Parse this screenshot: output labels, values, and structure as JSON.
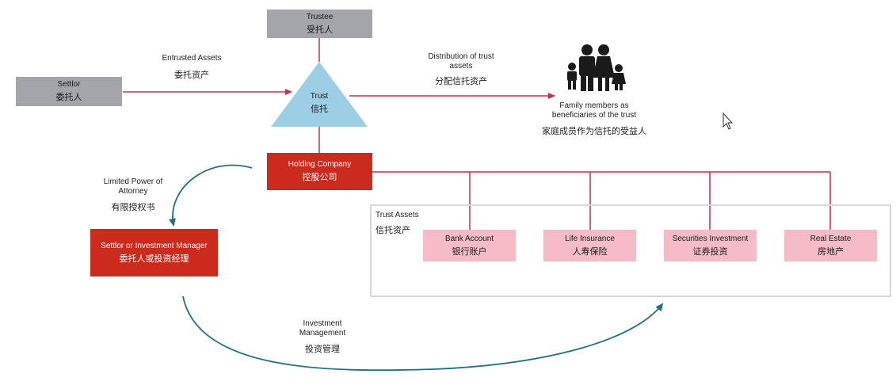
{
  "nodes": {
    "trustee": {
      "en": "Trustee",
      "zh": "受托人"
    },
    "settlor": {
      "en": "Settlor",
      "zh": "委托人"
    },
    "trust": {
      "en": "Trust",
      "zh": "信托"
    },
    "holding": {
      "en": "Holding Company",
      "zh": "控股公司"
    },
    "manager": {
      "en": "Settlor or Investment Manager",
      "zh": "委托人或投资经理"
    },
    "bank": {
      "en": "Bank Account",
      "zh": "银行账户"
    },
    "life": {
      "en": "Life Insurance",
      "zh": "人寿保险"
    },
    "securities": {
      "en": "Securities Investment",
      "zh": "证券投资"
    },
    "realestate": {
      "en": "Real Estate",
      "zh": "房地产"
    }
  },
  "labels": {
    "entrusted": {
      "en": "Entrusted Assets",
      "zh": "委托资产"
    },
    "distribution": {
      "en": "Distribution of trust assets",
      "zh": "分配信托资产"
    },
    "family": {
      "en": "Family members as beneficiaries of the trust",
      "zh": "家庭成员作为信托的受益人"
    },
    "poa": {
      "en": "Limited Power of Attorney",
      "zh": "有限授权书"
    },
    "investment": {
      "en": "Investment Management",
      "zh": "投资管理"
    },
    "trust_assets": {
      "en": "Trust Assets",
      "zh": "信托资产"
    }
  },
  "icons": {
    "family": "family-icon",
    "cursor": "mouse-cursor-icon"
  },
  "colors": {
    "connector": "#c8304a",
    "trust": "#9ccfe6",
    "grey_box": "#a3a5ab",
    "red_box": "#cc2a1d",
    "pink_box": "#f5bcc8",
    "curve": "#1f6f8b"
  }
}
